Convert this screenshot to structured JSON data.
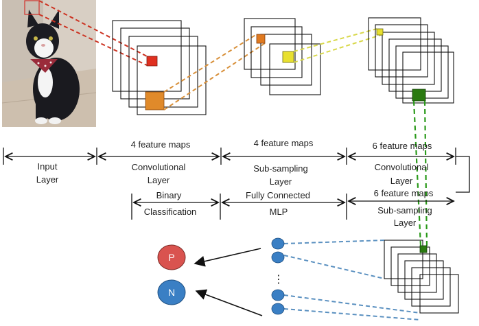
{
  "top_labels": {
    "input": [
      "Input",
      "Layer"
    ],
    "feature_maps_1": "4 feature maps",
    "conv_1": [
      "Convolutional",
      "Layer"
    ],
    "feature_maps_2": "4 feature maps",
    "subsampling_1": [
      "Sub-sampling",
      "Layer"
    ],
    "feature_maps_3": "6 feature maps",
    "conv_2": [
      "Convolutional",
      "Layer"
    ]
  },
  "bottom_labels": {
    "binary": [
      "Binary",
      "Classification"
    ],
    "fully_connected": [
      "Fully Connected",
      "MLP"
    ],
    "feature_maps_4": "6 feature maps",
    "subsampling_2": [
      "Sub-sampling",
      "Layer"
    ]
  },
  "nodes": {
    "positive": "P",
    "negative": "N",
    "ellipsis": "⋮"
  },
  "colors": {
    "patch_red": "#e03020",
    "patch_orange": "#e08a2a",
    "patch_orange2": "#e07a20",
    "patch_yellow": "#e8e030",
    "patch_green": "#2a7a10",
    "node_blue": "#3a7fc4",
    "node_red": "#d9534f",
    "dash_red": "#cc3322",
    "dash_orange": "#d8903a",
    "dash_yellow": "#d8d84a",
    "dash_green": "#2a9a1a",
    "dash_blue": "#5a90c0"
  }
}
